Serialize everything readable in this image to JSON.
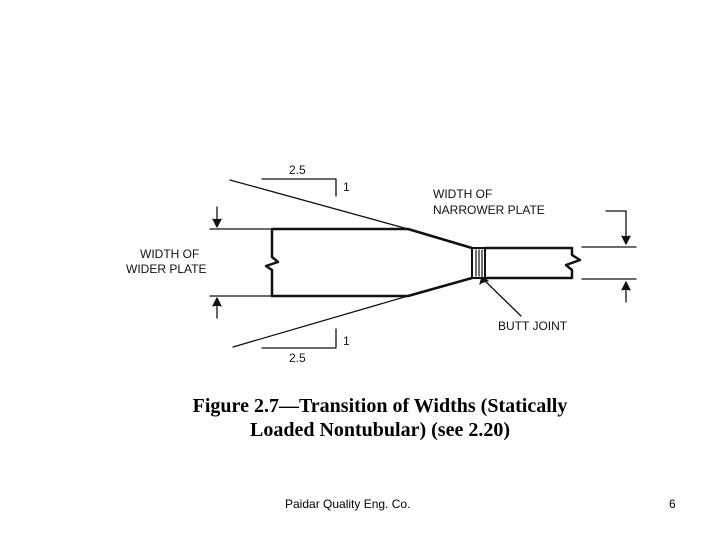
{
  "diagram": {
    "ratio_top_run": "2.5",
    "ratio_top_rise": "1",
    "ratio_bottom_run": "2.5",
    "ratio_bottom_rise": "1",
    "wider_plate_line1": "WIDTH OF",
    "wider_plate_line2": "WIDER PLATE",
    "narrower_plate_line1": "WIDTH OF",
    "narrower_plate_line2": "NARROWER PLATE",
    "butt_joint": "BUTT JOINT"
  },
  "caption": {
    "line1": "Figure 2.7—Transition of Widths (Statically",
    "line2": "Loaded Nontubular) (see 2.20)"
  },
  "footer": {
    "text": "Paidar Quality Eng. Co.",
    "page_number": "6"
  }
}
